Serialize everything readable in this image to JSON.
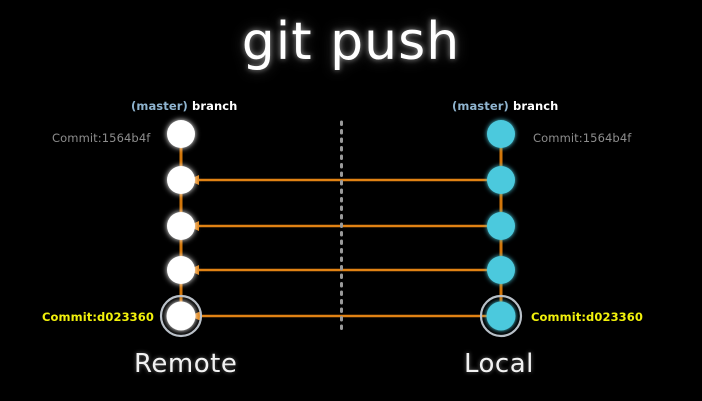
{
  "title": "git push",
  "colors": {
    "background": "#000000",
    "remote_node": "#ffffff",
    "local_node": "#4cc9dd",
    "connector": "#d2760a",
    "arrow": "#e08214",
    "divider": "#9a9a9a",
    "commit_gray": "#8d8d8d",
    "commit_yellow": "#f2f10c",
    "branch_master": "#8fb4cf",
    "branch_word": "#ffffff",
    "node_ring": "#b9c0c8"
  },
  "remote": {
    "name": "Remote",
    "branch_master": "(master)",
    "branch_word": "branch",
    "top_commit": "Commit:1564b4f",
    "bottom_commit": "Commit:d023360",
    "node_count": 5
  },
  "local": {
    "name": "Local",
    "branch_master": "(master)",
    "branch_word": "branch",
    "top_commit": "Commit:1564b4f",
    "bottom_commit": "Commit:d023360",
    "node_count": 5
  },
  "divider": {
    "style": "dotted-vertical"
  },
  "arrows": {
    "count": 4,
    "direction": "local-to-remote"
  }
}
